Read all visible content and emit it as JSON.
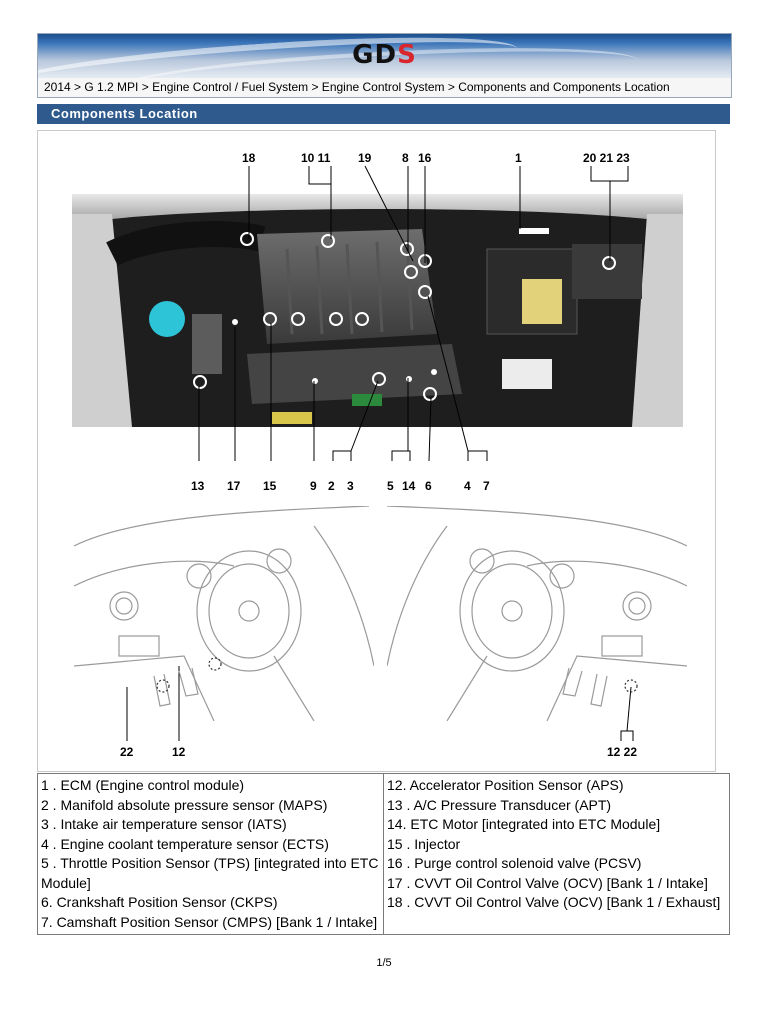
{
  "header": {
    "logo_main": "GD",
    "logo_accent": "S",
    "breadcrumb": "2014 > G 1.2 MPI > Engine Control / Fuel System > Engine Control System > Components and Components Location"
  },
  "section": {
    "title": "Components Location"
  },
  "figure": {
    "top_callouts": [
      "18",
      "10 11",
      "19",
      "8",
      "16",
      "1",
      "20 21 23"
    ],
    "bottom_callouts": [
      "13",
      "17",
      "15",
      "9",
      "2",
      "3",
      "5",
      "14",
      "6",
      "4",
      "7"
    ],
    "left_dash_callouts": [
      "22",
      "12"
    ],
    "right_dash_callouts": [
      "12 22"
    ]
  },
  "components": {
    "left": [
      "1 . ECM (Engine control module)",
      "2 . Manifold absolute pressure sensor (MAPS)",
      "3 . Intake air temperature sensor (IATS)",
      "4 . Engine coolant temperature sensor (ECTS)",
      "5 . Throttle Position Sensor (TPS) [integrated into ETC Module]",
      "6. Crankshaft Position Sensor (CKPS)",
      "7. Camshaft Position Sensor (CMPS) [Bank 1 / Intake]"
    ],
    "right": [
      "12. Accelerator Position Sensor (APS)",
      "13 . A/C Pressure Transducer (APT)",
      "14. ETC Motor [integrated into ETC Module]",
      "15 . Injector",
      "16 . Purge control solenoid valve (PCSV)",
      "17 . CVVT Oil Control Valve (OCV) [Bank 1 / Intake]",
      "18 . CVVT Oil Control Valve (OCV) [Bank 1 / Exhaust]"
    ]
  },
  "footer": {
    "page": "1/5"
  }
}
